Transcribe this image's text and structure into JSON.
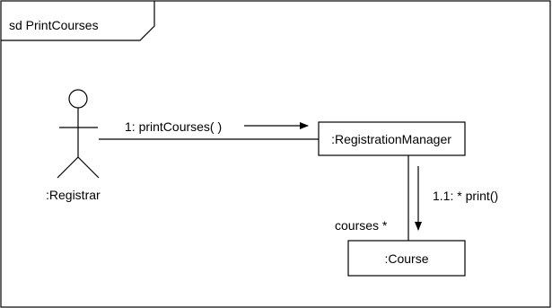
{
  "frame": {
    "label": "sd PrintCourses"
  },
  "actor": {
    "name": ":Registrar"
  },
  "objects": {
    "registration_manager": ":RegistrationManager",
    "course": ":Course"
  },
  "messages": {
    "print_courses": "1: printCourses( )",
    "print": "1.1: * print()"
  },
  "link_labels": {
    "courses_role": "courses *"
  },
  "colors": {
    "stroke": "#000000",
    "background": "#ffffff"
  }
}
